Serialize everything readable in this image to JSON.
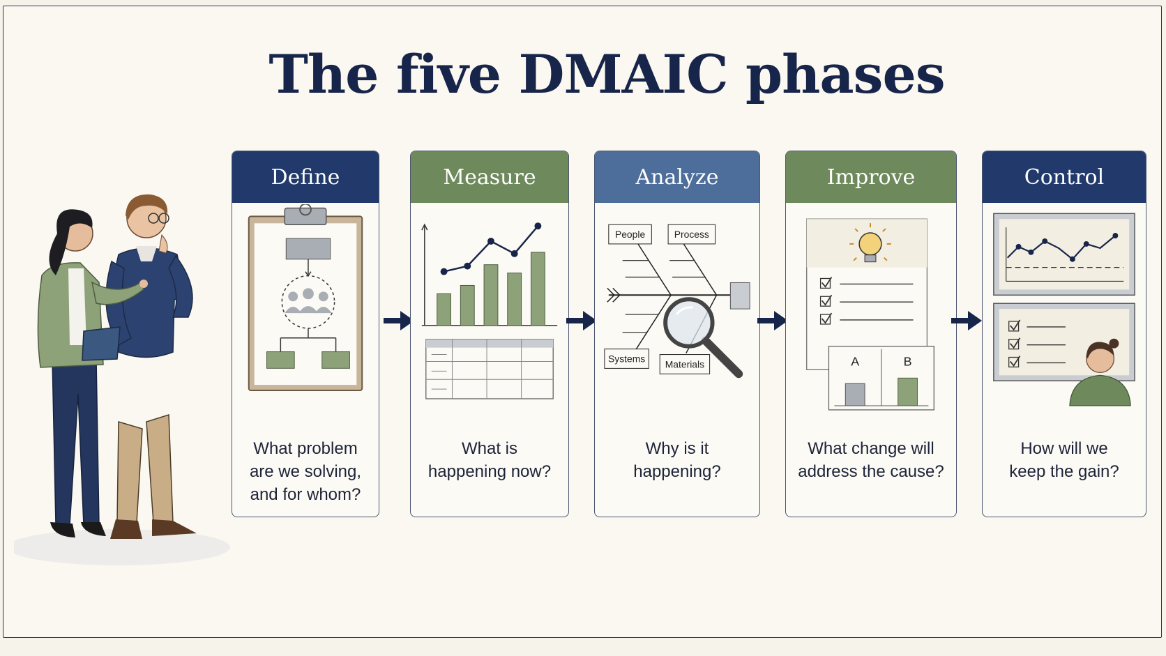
{
  "title": "The five DMAIC phases",
  "colors": {
    "navy": "#223a6b",
    "green": "#6e8a5c",
    "steel": "#4d6e9a",
    "ink": "#18254a",
    "gridline": "#9aa0aa"
  },
  "phases": [
    {
      "label": "Define",
      "question": "What problem\nare we solving,\nand for whom?",
      "header_color": "#223a6b",
      "icons": [
        "clipboard-icon",
        "people-group-icon",
        "flowchart-icon"
      ]
    },
    {
      "label": "Measure",
      "question": "What is\nhappening now?",
      "header_color": "#6e8a5c",
      "icons": [
        "bar-line-chart-icon",
        "data-table-icon"
      ]
    },
    {
      "label": "Analyze",
      "question": "Why is it\nhappening?",
      "header_color": "#4d6e9a",
      "icons": [
        "fishbone-diagram-icon",
        "magnifying-glass-icon"
      ],
      "fishbone_labels": [
        "People",
        "Process",
        "Systems",
        "Materials"
      ]
    },
    {
      "label": "Improve",
      "question": "What change will\naddress the cause?",
      "header_color": "#6e8a5c",
      "icons": [
        "lightbulb-icon",
        "checklist-icon",
        "ab-test-chart-icon"
      ],
      "ab_labels": [
        "A",
        "B"
      ]
    },
    {
      "label": "Control",
      "question": "How will we\nkeep the gain?",
      "header_color": "#223a6b",
      "icons": [
        "control-chart-icon",
        "checklist-icon",
        "person-icon"
      ]
    }
  ],
  "flow_icon": "arrow-right-icon"
}
